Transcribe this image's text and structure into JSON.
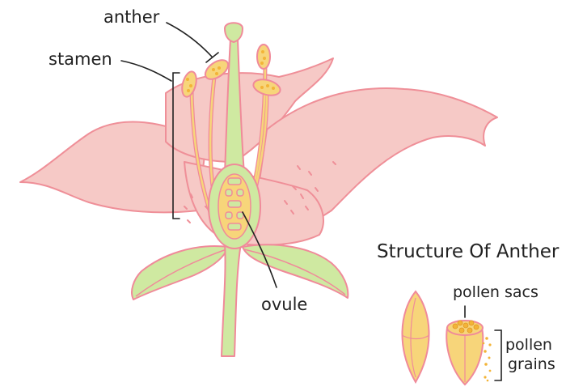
{
  "labels": {
    "anther": "anther",
    "stamen": "stamen",
    "ovule": "ovule",
    "structure_title": "Structure Of Anther",
    "pollen_sacs": "pollen sacs",
    "pollen_grains_line1": "pollen",
    "pollen_grains_line2": "grains"
  },
  "colors": {
    "petal_fill": "#f6c9c6",
    "petal_stroke": "#ef8f98",
    "stem_fill": "#cfe9a1",
    "stem_stroke": "#f08a9a",
    "anther_fill": "#f7d57a",
    "pollen": "#f3b437",
    "ink": "#222222"
  }
}
